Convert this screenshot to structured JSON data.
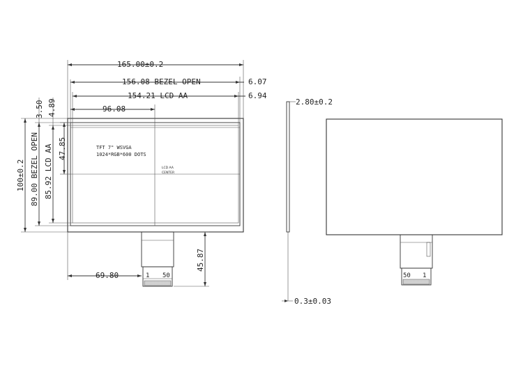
{
  "dimensions": {
    "width_overall": "165.00±0.2",
    "bezel_open_width": "156.08 BEZEL OPEN",
    "lcd_aa_width": "154.21 LCD AA",
    "right_offset_1": "6.07",
    "right_offset_2": "6.94",
    "center_x": "96.08",
    "top_offset_1": "3.50",
    "top_offset_2": "4.89",
    "center_y": "47.85",
    "height_overall": "100±0.2",
    "bezel_open_height": "89.00 BEZEL OPEN",
    "lcd_aa_height": "85.92 LCD AA",
    "fpc_x": "69.80",
    "fpc_length": "45.87",
    "thickness": "2.80±0.2",
    "fpc_thickness": "0.3±0.03"
  },
  "labels": {
    "panel_line1": "TFT 7\" WSVGA",
    "panel_line2": "1024*RGB*600 DOTS",
    "aa_center_line1": "LCD AA",
    "aa_center_line2": "CENTER",
    "pin_first_front": "1",
    "pin_last_front": "50",
    "pin_first_back": "50",
    "pin_last_back": "1"
  }
}
